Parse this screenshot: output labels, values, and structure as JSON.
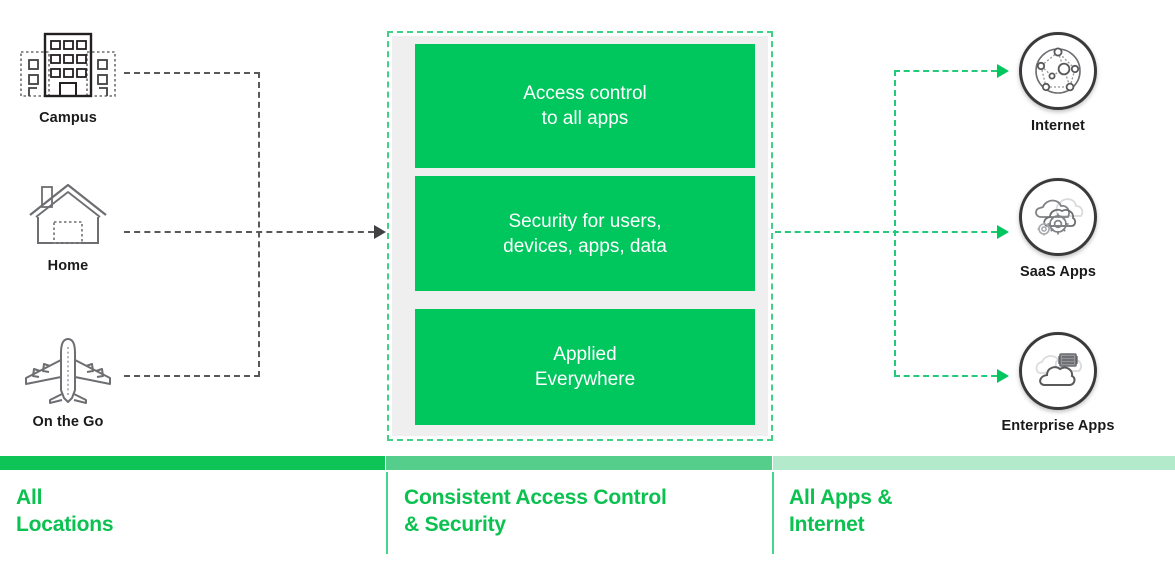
{
  "colors": {
    "brand_green": "#00C65E",
    "legend_green": "#0BC150",
    "bar_strong": "#0FC457",
    "bar_medium": "#55CE8C",
    "bar_light": "#B2EACB",
    "dash_green": "#24C97A",
    "dash_grey": "#58595b",
    "panel_grey": "#efefef",
    "label_dark": "#1a1a1a"
  },
  "locations": [
    {
      "label": "Campus",
      "icon": "office-building-icon"
    },
    {
      "label": "Home",
      "icon": "house-icon"
    },
    {
      "label": "On the Go",
      "icon": "airplane-icon"
    }
  ],
  "center": {
    "cards": [
      {
        "line1": "Access control",
        "line2": "to all apps"
      },
      {
        "line1": "Security for users,",
        "line2": "devices, apps, data"
      },
      {
        "line1": "Applied",
        "line2": "Everywhere"
      }
    ]
  },
  "destinations": [
    {
      "label": "Internet",
      "icon": "network-graph-icon"
    },
    {
      "label": "SaaS Apps",
      "icon": "cloud-gears-icon"
    },
    {
      "label": "Enterprise Apps",
      "icon": "cloud-server-icon"
    }
  ],
  "legend": [
    {
      "line1": "All",
      "line2": "Locations"
    },
    {
      "line1": "Consistent Access Control",
      "line2": "& Security"
    },
    {
      "line1": "All Apps &",
      "line2": "Internet"
    }
  ]
}
